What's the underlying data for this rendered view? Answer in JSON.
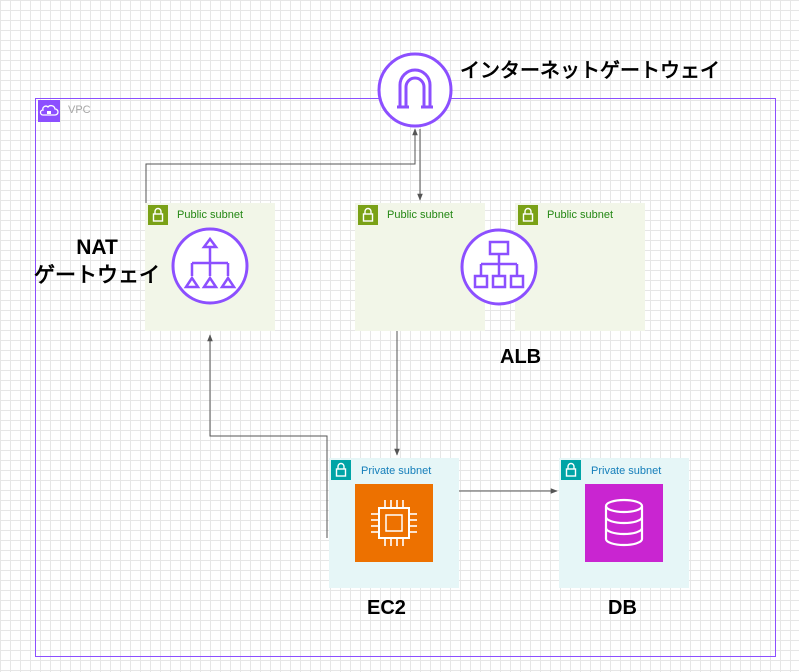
{
  "vpc": {
    "label": "VPC"
  },
  "internet_gateway": {
    "label": "インターネットゲートウェイ"
  },
  "nat_gateway": {
    "label_line1": "NAT",
    "label_line2": "ゲートウェイ"
  },
  "alb": {
    "label": "ALB"
  },
  "ec2": {
    "label": "EC2"
  },
  "db": {
    "label": "DB"
  },
  "subnets": {
    "public_1": "Public subnet",
    "public_2": "Public subnet",
    "public_3": "Public subnet",
    "private_1": "Private subnet",
    "private_2": "Private subnet"
  },
  "colors": {
    "vpc_border": "#8c4fff",
    "public_subnet_fill": "#f2f6e8",
    "public_subnet_accent": "#7aa116",
    "private_subnet_fill": "#e6f6f7",
    "private_subnet_accent": "#00a4a6",
    "network_icon": "#8c4fff",
    "ec2_fill": "#ed7100",
    "db_fill": "#c925d1",
    "connector": "#555555"
  }
}
